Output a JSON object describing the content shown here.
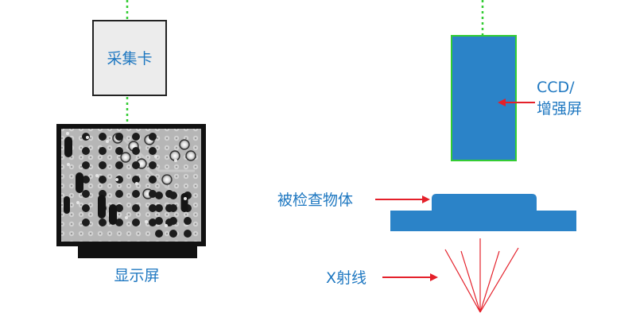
{
  "labels": {
    "capture_card": "采集卡",
    "display": "显示屏",
    "ccd_line1": "CCD/",
    "ccd_line2": "增强屏",
    "object": "被检查物体",
    "xray": "X射线"
  },
  "colors": {
    "blue": "#2b83c8",
    "label_blue": "#1f78c1",
    "green_dotted": "#33cc33",
    "red": "#e4202a",
    "box_fill": "#ececec",
    "monitor_frame": "#111111"
  },
  "icons": {
    "display_image": "x-ray-circuit-board-image"
  }
}
